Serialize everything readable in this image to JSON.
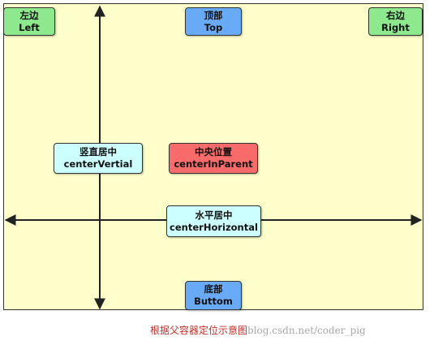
{
  "boxes": {
    "left": {
      "zh": "左边",
      "en": "Left"
    },
    "top": {
      "zh": "顶部",
      "en": "Top"
    },
    "right": {
      "zh": "右边",
      "en": "Right"
    },
    "center_vertical": {
      "zh": "竖直居中",
      "en": "centerVertial"
    },
    "center_in_parent": {
      "zh": "中央位置",
      "en": "centerInParent"
    },
    "center_horizontal": {
      "zh": "水平居中",
      "en": "centerHorizontal"
    },
    "bottom": {
      "zh": "底部",
      "en": "Buttom"
    }
  },
  "caption": {
    "zh": "根据父容器定位示意图",
    "url": "blog.csdn.net/coder_pig"
  },
  "colors": {
    "canvas": "#ffffcc",
    "corner_boxes": "#8ee88e",
    "edge_boxes": "#69aaf7",
    "axis_boxes": "#ccffff",
    "center_box": "#f76b6b",
    "caption_text": "#c2302c"
  }
}
